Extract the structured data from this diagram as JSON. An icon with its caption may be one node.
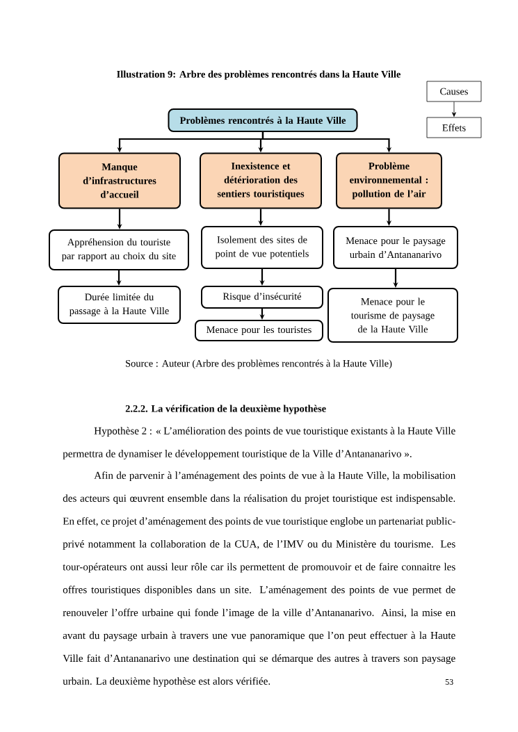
{
  "diagram": {
    "title": "Illustration 9: Arbre des problèmes rencontrés dans la Haute Ville",
    "caption": "Source : Auteur  (Arbre des problèmes rencontrés à la Haute Ville)",
    "nodes": [
      {
        "text": [
          "Problèmes rencontrés à la Haute Ville"
        ]
      },
      {
        "text": [
          "Manque d’infrastructures d’accueil"
        ]
      },
      {
        "text": [
          "Inexistence et détérioration des sentiers touristiques"
        ]
      },
      {
        "text": [
          "Problème environnemental : pollution de l’air"
        ]
      },
      {
        "text": [
          "Appréhension du touriste par rapport au choix du site"
        ]
      },
      {
        "text": [
          "Isolement des sites de point de vue potentiels"
        ]
      },
      {
        "text": [
          "Menace pour le paysage urbain d’Antananarivo"
        ]
      },
      {
        "text": [
          "Durée limitée du passage à la Haute Ville"
        ]
      },
      {
        "text": [
          "Risque d’insécurité"
        ]
      },
      {
        "text": [
          "Menace pour le tourisme de paysage de la Haute Ville"
        ]
      },
      {
        "text": [
          "Menace pour les touristes"
        ]
      },
      {
        "text": [
          "Causes"
        ]
      },
      {
        "text": [
          "Effets"
        ]
      }
    ],
    "edges": [
      {
        "from": 0,
        "to": 1,
        "arrow": "to"
      },
      {
        "from": 0,
        "to": 2,
        "arrow": "to"
      },
      {
        "from": 0,
        "to": 3,
        "arrow": "to"
      },
      {
        "from": 1,
        "to": 4,
        "arrow": "to"
      },
      {
        "from": 2,
        "to": 5,
        "arrow": "to"
      },
      {
        "from": 3,
        "to": 6,
        "arrow": "to"
      },
      {
        "from": 4,
        "to": 7,
        "arrow": "to"
      },
      {
        "from": 5,
        "to": 8,
        "arrow": "to"
      },
      {
        "from": 6,
        "to": 9,
        "arrow": "to"
      },
      {
        "from": 8,
        "to": 10,
        "arrow": "to"
      },
      {
        "from": 11,
        "to": 12,
        "arrow": "to"
      }
    ],
    "labels": [
      "2.2.2.  La vérification de la deuxième hypothèse",
      "Hypothèse 2 : « L’amélioration des points de vue touristique existants à la Haute Ville permettra de dynamiser le développement touristique de la Ville d’Antananarivo ».",
      "Afin de parvenir à l’aménagement des points de vue à la Haute Ville, la mobilisation des acteurs qui œuvrent ensemble dans la réalisation du projet touristique est indispensable. En effet, ce projet d’aménagement des points de vue touristique englobe un partenariat public-privé notamment la collaboration de la CUA, de l’IMV ou du Ministère du tourisme. Les tour-opérateurs ont aussi leur rôle car ils permettent de promouvoir et de faire connaitre les offres touristiques disponibles dans un site. L’aménagement des points de vue permet de renouveler l’offre urbaine qui fonde l’image de la ville d’Antananarivo. Ainsi, la mise en avant du paysage urbain à travers une vue panoramique que l’on peut effectuer à la Haute Ville fait d’Antananarivo une destination qui se démarque des autres à travers son paysage urbain. La deuxième hypothèse est alors vérifiée.",
      "53"
    ]
  }
}
